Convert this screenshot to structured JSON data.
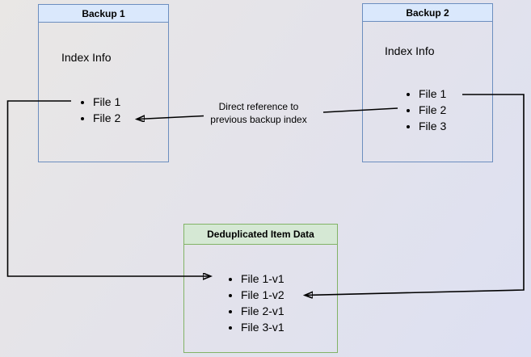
{
  "diagram": {
    "backup1": {
      "title": "Backup 1",
      "subtitle": "Index Info",
      "files": [
        "File 1",
        "File 2"
      ]
    },
    "backup2": {
      "title": "Backup 2",
      "subtitle": "Index Info",
      "files": [
        "File 1",
        "File 2",
        "File 3"
      ]
    },
    "dedup": {
      "title": "Deduplicated Item Data",
      "files": [
        "File 1-v1",
        "File 1-v2",
        "File 2-v1",
        "File 3-v1"
      ]
    },
    "annotation": {
      "line1": "Direct reference to",
      "line2": "previous backup index"
    },
    "colors": {
      "blue_border": "#6c8ebf",
      "blue_header": "#dae8fc",
      "green_border": "#82b366",
      "green_header": "#d5e8d4",
      "arrow": "#000000",
      "bg_start": "#e9e7e5",
      "bg_end": "#dde0f2"
    }
  }
}
